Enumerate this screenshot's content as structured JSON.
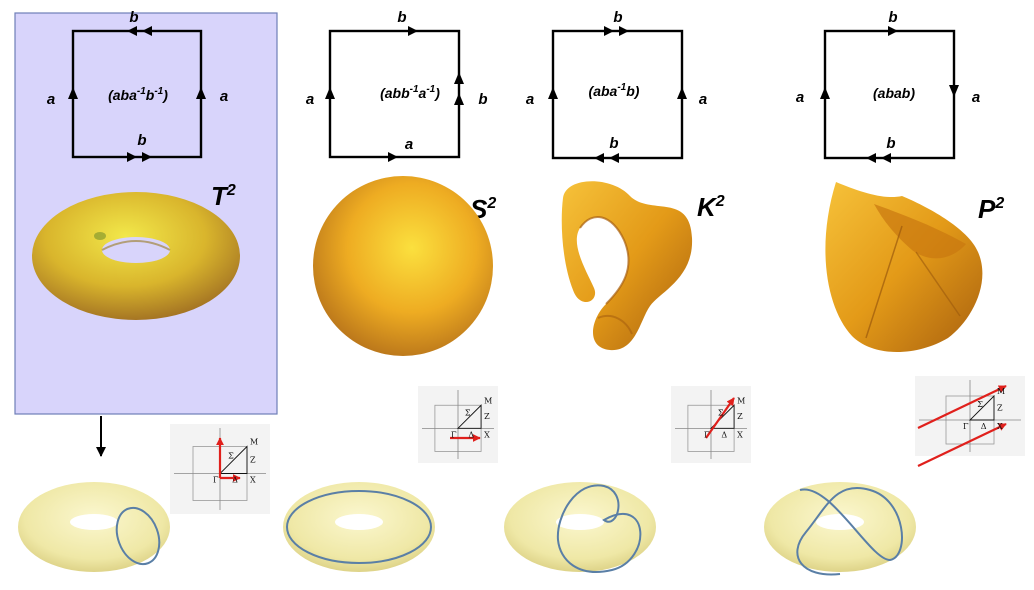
{
  "polygons": [
    {
      "word_parts": [
        [
          "(aba",
          ""
        ],
        [
          "-1",
          "sup"
        ],
        [
          "b",
          ""
        ],
        [
          "-1",
          "sup"
        ],
        [
          ")",
          ""
        ]
      ],
      "top": "b",
      "bottom": "b",
      "left": "a",
      "right": "a",
      "surface_symbol": "T",
      "surface_exp": "2",
      "highlighted": true
    },
    {
      "word_parts": [
        [
          "(abb",
          ""
        ],
        [
          "-1",
          "sup"
        ],
        [
          "a",
          ""
        ],
        [
          "-1",
          "sup"
        ],
        [
          ")",
          ""
        ]
      ],
      "top": "b",
      "bottom": "a",
      "left": "a",
      "right": "b",
      "surface_symbol": "S",
      "surface_exp": "2",
      "highlighted": false
    },
    {
      "word_parts": [
        [
          "(aba",
          ""
        ],
        [
          "-1",
          "sup"
        ],
        [
          "b)",
          ""
        ]
      ],
      "top": "b",
      "bottom": "b",
      "left": "a",
      "right": "a",
      "surface_symbol": "K",
      "surface_exp": "2",
      "highlighted": false
    },
    {
      "word_parts": [
        [
          "(abab)",
          ""
        ]
      ],
      "top": "b",
      "bottom": "b",
      "left": "a",
      "right": "a",
      "surface_symbol": "P",
      "surface_exp": "2",
      "highlighted": false
    }
  ],
  "bz_labels": {
    "gamma": "Γ",
    "delta": "Δ",
    "sigma": "Σ",
    "x": "X",
    "m": "M",
    "z": "Z"
  },
  "colors": {
    "highlight_fill": "#d8d4fb",
    "highlight_stroke": "#6f7fb8",
    "surface_orange": "#e39a18",
    "surface_yellow": "#f3d73a",
    "torus_pale": "#f2eeb2",
    "curve_blue": "#5a7fa6",
    "vector_red": "#e0201c"
  }
}
